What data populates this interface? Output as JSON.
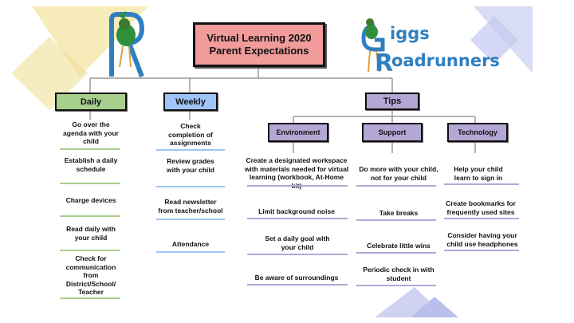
{
  "title": {
    "line1": "Virtual Learning 2020",
    "line2": "Parent Expectations"
  },
  "logo": {
    "letter_g": "G",
    "word1": "iggs",
    "letter_r": "R",
    "word2": "oadrunners"
  },
  "colors": {
    "title_fill": "#f19b9b",
    "daily": "#a8d08d",
    "weekly": "#9fc5f8",
    "tips": "#b4a7d6",
    "accent_triangle": "#f5e6a8",
    "blue_triangle": "#c9cdef"
  },
  "columns": {
    "daily": {
      "label": "Daily",
      "items": [
        "Go over the agenda with your child",
        "Establish a daily schedule",
        "Charge devices",
        "Read daily with your child",
        "Check for communication from District/School/ Teacher"
      ]
    },
    "weekly": {
      "label": "Weekly",
      "items": [
        "Check completion of assignments",
        "Review grades with your child",
        "Read newsletter from teacher/school",
        "Attendance"
      ]
    },
    "tips": {
      "label": "Tips",
      "environment": {
        "label": "Environment",
        "items": [
          "Create a designated workspace with materials needed for virtual learning (workbook, At-Home kit)",
          "Limit background noise",
          "Set a daily goal with your child",
          "Be aware of surroundings"
        ]
      },
      "support": {
        "label": "Support",
        "items": [
          "Do more with your child, not for your child",
          "Take breaks",
          "Celebrate little wins",
          "Periodic check in with student"
        ]
      },
      "technology": {
        "label": "Technology",
        "items": [
          "Help your child learn to sign in",
          "Create bookmarks for frequently used sites",
          "Consider having your child use headphones"
        ]
      }
    }
  }
}
